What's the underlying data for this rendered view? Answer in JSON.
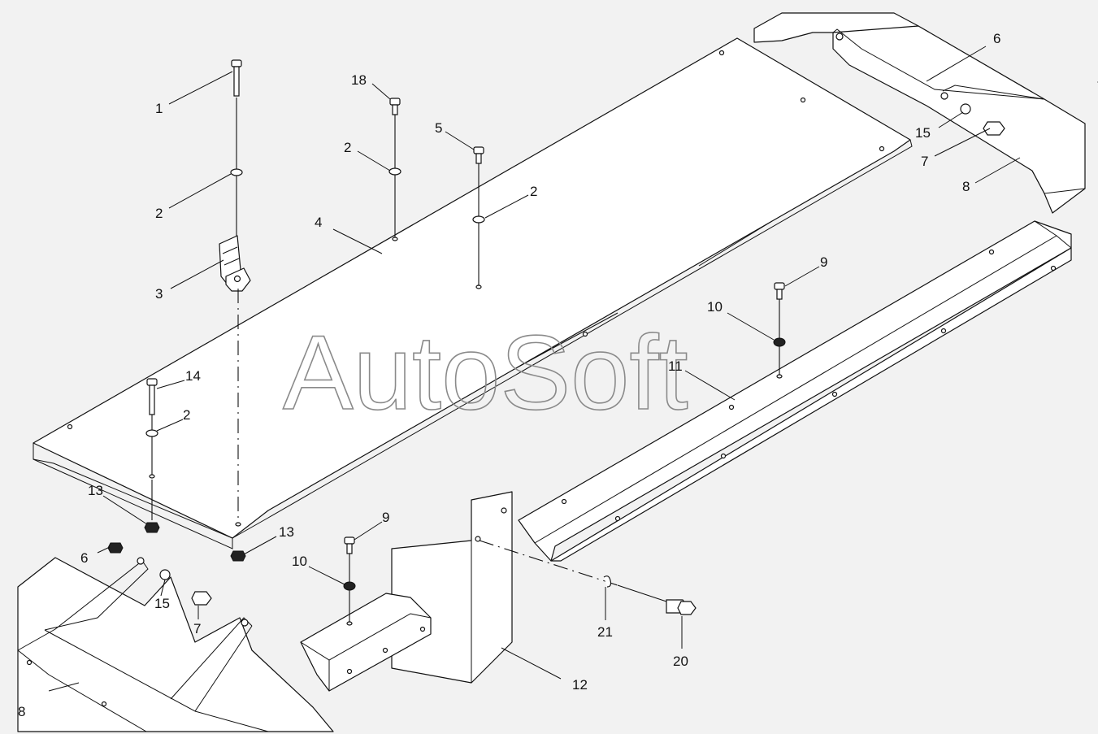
{
  "watermark": "AutoSoft",
  "callouts": {
    "c1": "1",
    "c2a": "2",
    "c2b": "2",
    "c2c": "2",
    "c2d": "2",
    "c3": "3",
    "c4": "4",
    "c5": "5",
    "c6a": "6",
    "c6b": "6",
    "c7a": "7",
    "c7b": "7",
    "c8a": "8",
    "c8b": "8",
    "c9a": "9",
    "c9b": "9",
    "c10a": "10",
    "c10b": "10",
    "c11": "11",
    "c12": "12",
    "c13a": "13",
    "c13b": "13",
    "c14": "14",
    "c15a": "15",
    "c15b": "15",
    "c18": "18",
    "c20": "20",
    "c21": "21"
  },
  "colors": {
    "line": "#111111",
    "background": "#f2f2f2",
    "watermark": "#8a8a8a"
  }
}
